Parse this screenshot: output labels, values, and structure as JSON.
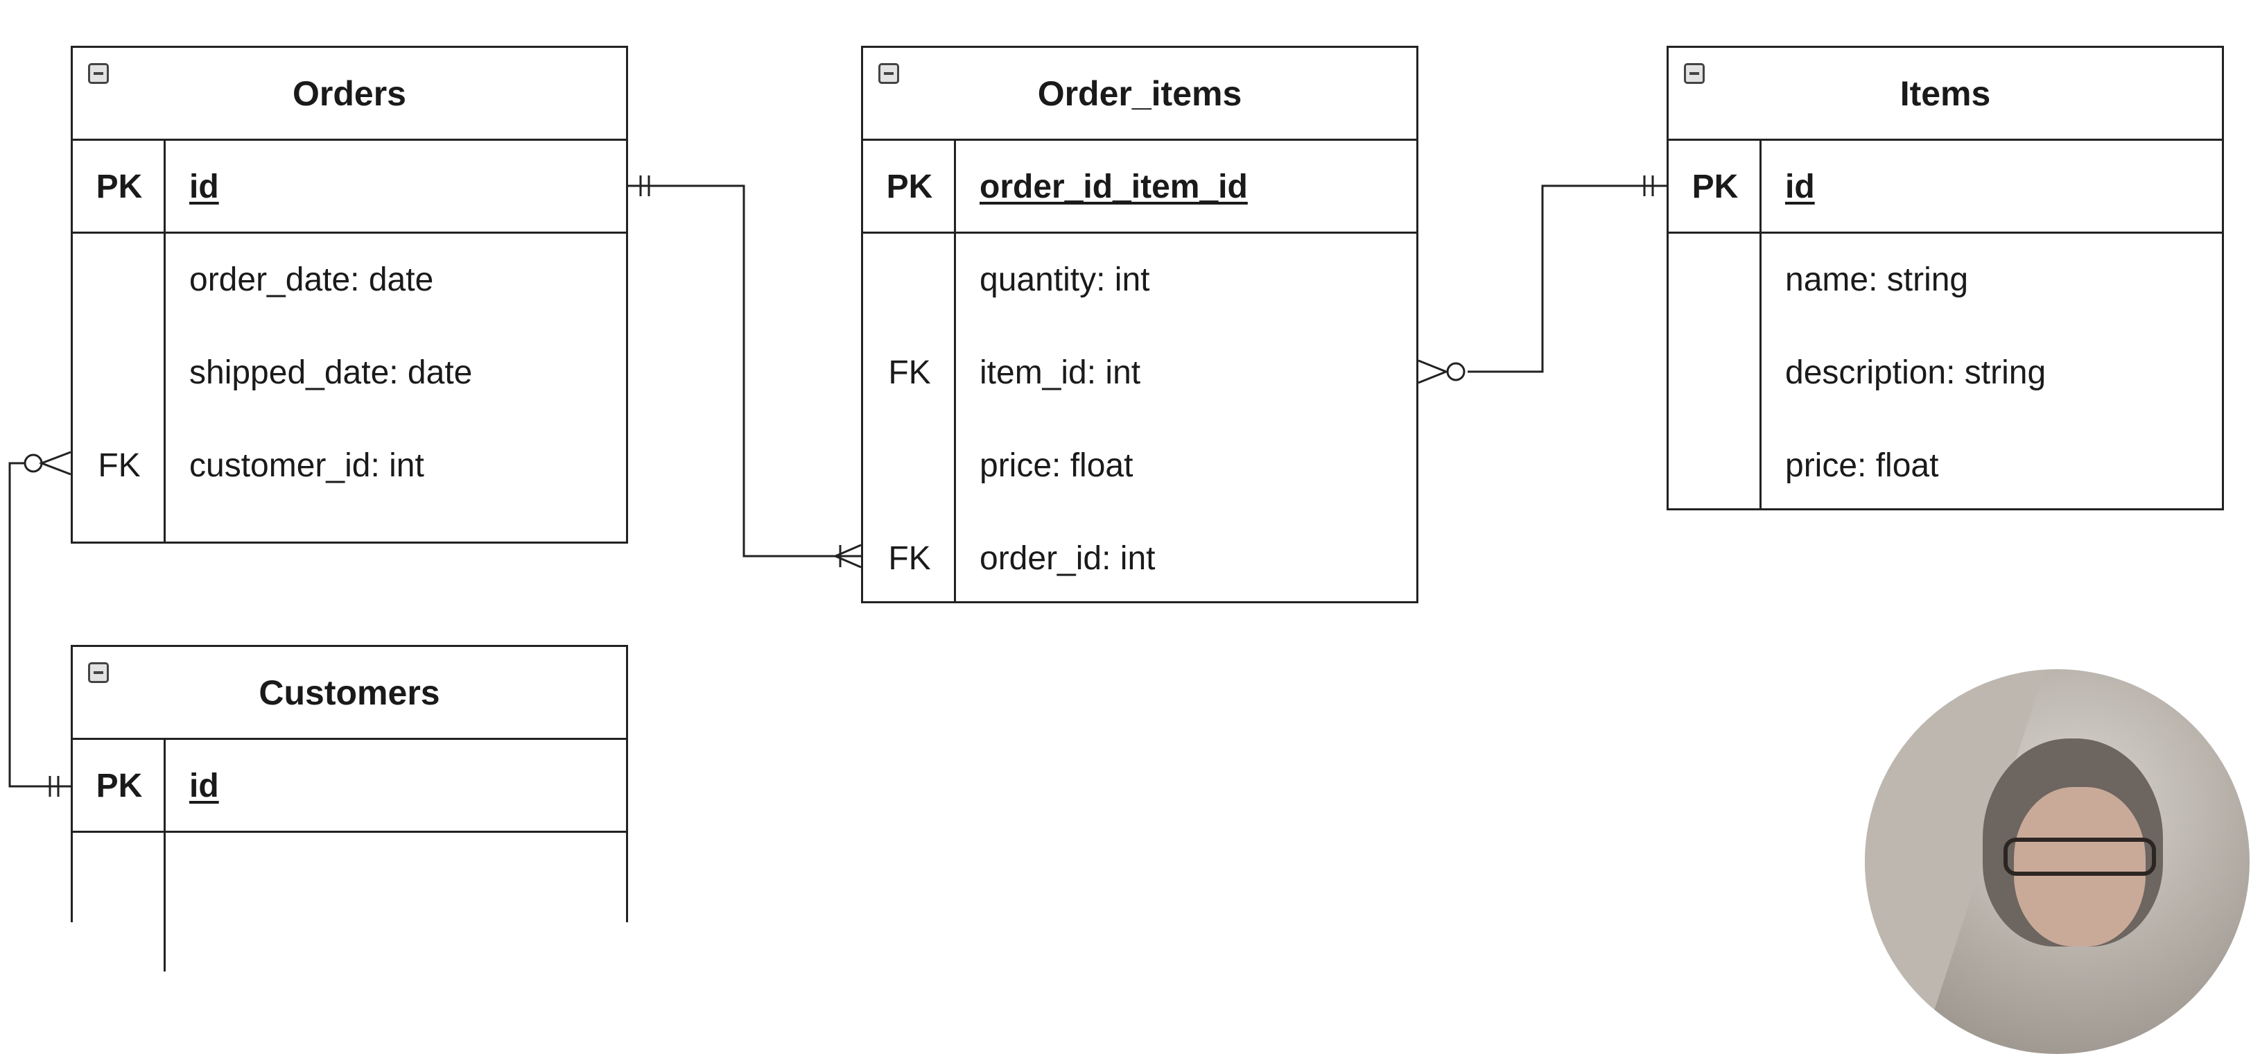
{
  "tables": {
    "orders": {
      "title": "Orders",
      "pk": {
        "key": "PK",
        "name": "id"
      },
      "fields": [
        {
          "key": "",
          "name": "order_date: date"
        },
        {
          "key": "",
          "name": "shipped_date: date"
        },
        {
          "key": "FK",
          "name": "customer_id: int"
        }
      ]
    },
    "order_items": {
      "title": "Order_items",
      "pk": {
        "key": "PK",
        "name": "order_id_item_id"
      },
      "fields": [
        {
          "key": "",
          "name": "quantity: int"
        },
        {
          "key": "FK",
          "name": "item_id: int"
        },
        {
          "key": "",
          "name": "price: float"
        },
        {
          "key": "FK",
          "name": "order_id: int"
        }
      ]
    },
    "items": {
      "title": "Items",
      "pk": {
        "key": "PK",
        "name": "id"
      },
      "fields": [
        {
          "key": "",
          "name": "name: string"
        },
        {
          "key": "",
          "name": "description: string"
        },
        {
          "key": "",
          "name": "price: float"
        }
      ]
    },
    "customers": {
      "title": "Customers",
      "pk": {
        "key": "PK",
        "name": "id"
      }
    }
  },
  "relationships": [
    {
      "from": "Orders.id",
      "from_cardinality": "one-and-only-one",
      "to": "Order_items.order_id",
      "to_cardinality": "one-or-many"
    },
    {
      "from": "Items.id",
      "from_cardinality": "one-and-only-one",
      "to": "Order_items.item_id",
      "to_cardinality": "zero-or-many"
    },
    {
      "from": "Customers.id",
      "from_cardinality": "one-and-only-one",
      "to": "Orders.customer_id",
      "to_cardinality": "zero-or-many"
    }
  ],
  "icons": {
    "collapse": "collapse-icon",
    "webcam": "webcam-overlay"
  },
  "colors": {
    "line": "#222222",
    "background": "#ffffff"
  }
}
